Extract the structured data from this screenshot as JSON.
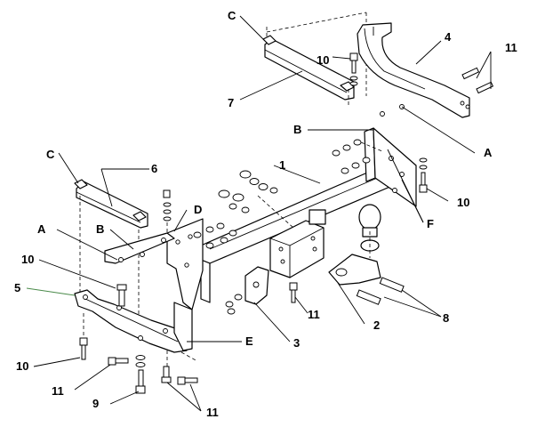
{
  "diagram": {
    "callouts": {
      "c_top": "C",
      "c_left": "C",
      "n1": "1",
      "n2": "2",
      "n3": "3",
      "n4": "4",
      "n5": "5",
      "n6": "6",
      "n7": "7",
      "n8": "8",
      "n9": "9",
      "n10_top": "10",
      "n10_right": "10",
      "n10_left": "10",
      "n10_bottom": "10",
      "n11_top": "11",
      "n11_mid": "11",
      "n11_left": "11",
      "n11_bottom": "11",
      "a_right": "A",
      "a_left": "A",
      "b_top": "B",
      "b_left": "B",
      "d": "D",
      "e": "E",
      "f": "F"
    }
  }
}
